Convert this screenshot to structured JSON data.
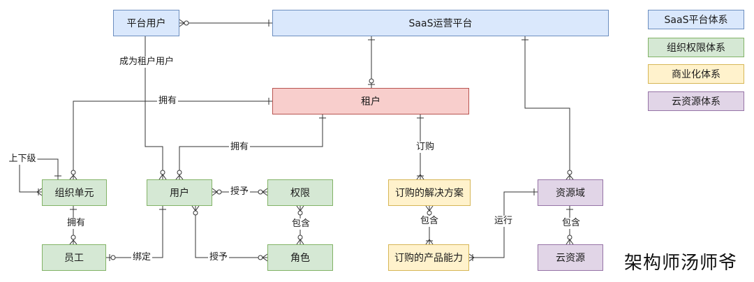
{
  "entities": {
    "platform_user": "平台用户",
    "saas_platform": "SaaS运营平台",
    "tenant": "租户",
    "org_unit": "组织单元",
    "user": "用户",
    "permission": "权限",
    "employee": "员工",
    "role": "角色",
    "subscription_plan": "订购的解决方案",
    "product_capability": "订购的产品能力",
    "resource_domain": "资源域",
    "cloud_resource": "云资源"
  },
  "legend": {
    "saas": "SaaS平台体系",
    "org": "组织权限体系",
    "commercial": "商业化体系",
    "cloud": "云资源体系"
  },
  "relations": {
    "become_tenant_user": "成为租户用户",
    "owns_org": "拥有",
    "owns_user": "拥有",
    "parent_child": "上下级",
    "owns_employee": "拥有",
    "grant_perm": "授予",
    "contains_perm": "包含",
    "bind": "绑定",
    "grant_role": "授予",
    "subscribe": "订购",
    "contains_capability": "包含",
    "runs": "运行",
    "contains_resource": "包含"
  },
  "colors": {
    "blue_fill": "#dae8fc",
    "blue_border": "#6c8ebf",
    "green_fill": "#d5e8d4",
    "green_border": "#82b366",
    "red_fill": "#f8cecc",
    "red_border": "#b85450",
    "yellow_fill": "#fff2cc",
    "yellow_border": "#d6b656",
    "purple_fill": "#e1d5e7",
    "purple_border": "#9673a6",
    "line": "#333333"
  },
  "watermark": "架构师汤师爷"
}
